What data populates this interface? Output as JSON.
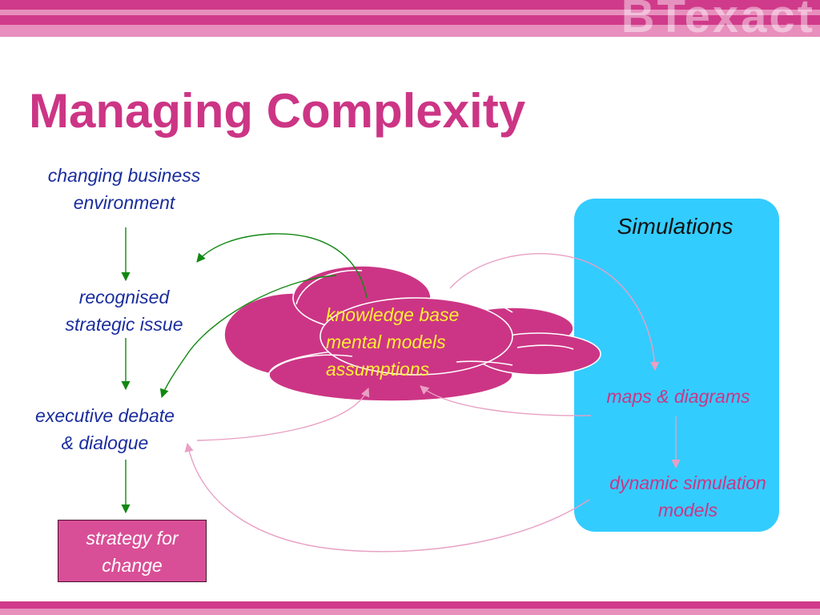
{
  "brand": "BTexact",
  "title": "Managing Complexity",
  "flow": {
    "step1": [
      "changing business",
      "environment"
    ],
    "step2": [
      "recognised",
      "strategic issue"
    ],
    "step3": [
      "executive debate",
      "& dialogue"
    ],
    "step4": [
      "strategy for",
      "change"
    ]
  },
  "cloud": {
    "lines": [
      "knowledge base",
      "mental models",
      "assumptions"
    ]
  },
  "simulations": {
    "heading": "Simulations",
    "maps": "maps & diagrams",
    "dynamic": [
      "dynamic simulation",
      "models"
    ]
  },
  "colors": {
    "accent_magenta": "#cc3585",
    "label_blue": "#1a2d9e",
    "panel_cyan": "#33ccff",
    "cloud_fill": "#cc3585",
    "cloud_text": "#ffee33",
    "arrow_green": "#118811",
    "arrow_pink": "#e8a0c4"
  }
}
